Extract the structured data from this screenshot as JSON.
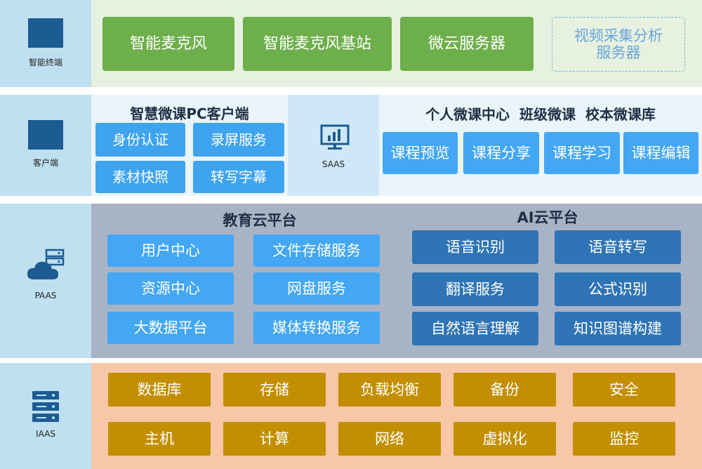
{
  "rows": {
    "terminal": {
      "label": "智能终端",
      "boxes": [
        "智能麦克风",
        "智能麦克风基站",
        "微云服务器"
      ],
      "dashed_line1": "视频采集分析",
      "dashed_line2": "服务器"
    },
    "client": {
      "label": "客户端",
      "pc_title": "智慧微课PC客户端",
      "pc_items": [
        "身份认证",
        "录屏服务",
        "素材快照",
        "转写字幕"
      ],
      "saas_label": "SAAS",
      "saas_title": "个人微课中心  班级微课  校本微课库",
      "saas_items": [
        "课程预览",
        "课程分享",
        "课程学习",
        "课程编辑"
      ]
    },
    "paas": {
      "label": "PAAS",
      "edu_title": "教育云平台",
      "edu_items": [
        "用户中心",
        "文件存储服务",
        "资源中心",
        "网盘服务",
        "大数据平台",
        "媒体转换服务"
      ],
      "ai_title": "AI云平台",
      "ai_items": [
        "语音识别",
        "语音转写",
        "翻译服务",
        "公式识别",
        "自然语言理解",
        "知识图谱构建"
      ]
    },
    "iaas": {
      "label": "IAAS",
      "items": [
        "数据库",
        "存储",
        "负载均衡",
        "备份",
        "安全",
        "主机",
        "计算",
        "网络",
        "虚拟化",
        "监控"
      ]
    }
  },
  "colors": {
    "label_bg": "#bfe0f1",
    "terminal_bg": "#e6f1df",
    "client_bg": "#eaf4fb",
    "saas_bg": "#cfe8f7",
    "paas_bg": "#a8b3c6",
    "iaas_bg": "#f7c7a8",
    "green": "#6daf4a",
    "light_blue": "#3fa4f0",
    "dark_blue": "#2f74b4",
    "gold": "#c38f00",
    "icon": "#1c5c93"
  },
  "icons": {
    "terminal": "square-icon",
    "client": "square-icon",
    "saas": "monitor-chart-icon",
    "paas": "cloud-server-icon",
    "iaas": "server-rack-icon"
  }
}
